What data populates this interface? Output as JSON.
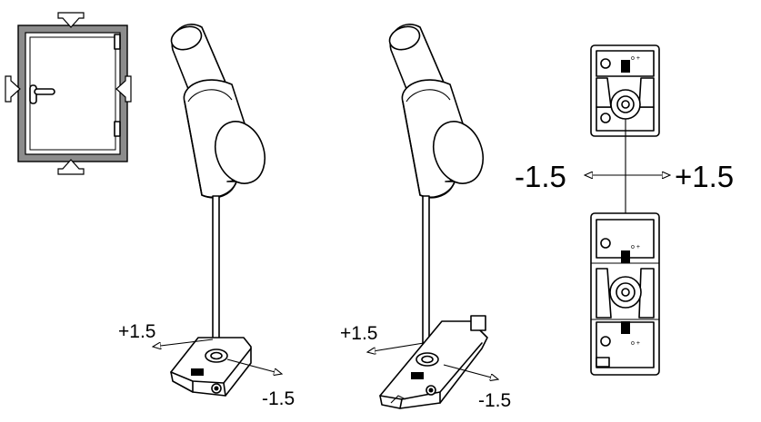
{
  "figure": {
    "left_adjustment": {
      "plus": "+1.5",
      "minus": "-1.5"
    },
    "middle_adjustment": {
      "plus": "+1.5",
      "minus": "-1.5"
    },
    "detail_adjustment": {
      "minus": "-1.5",
      "plus": "+1.5"
    }
  },
  "colors": {
    "frame": "#8c8c8c",
    "outline": "#000000",
    "fill": "#ffffff"
  },
  "icons": {
    "window": "window-frame-icon",
    "tool": "adjustment-key-icon",
    "keeper": "keeper-plate-icon"
  }
}
